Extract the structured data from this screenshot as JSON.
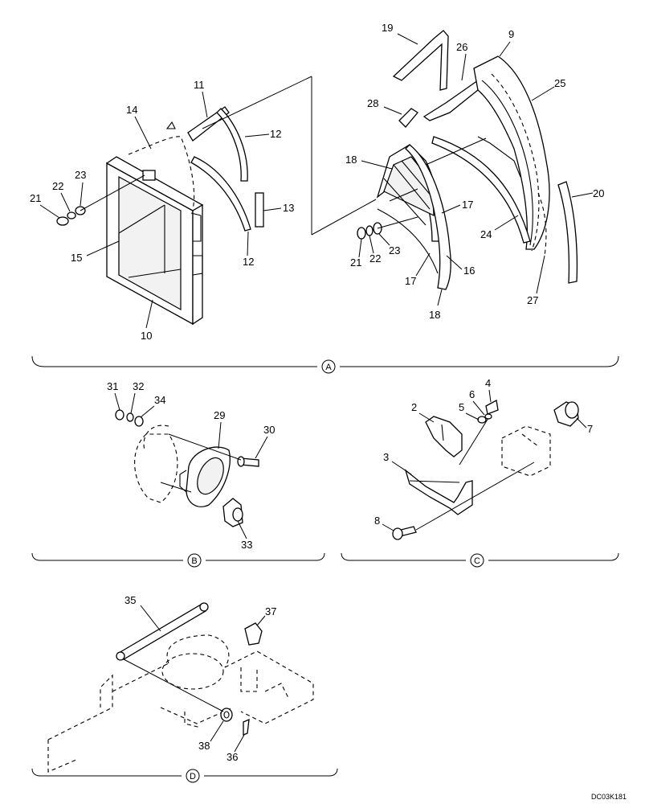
{
  "document": {
    "reference_code": "DC03K181"
  },
  "sections": {
    "A": {
      "label": "A",
      "callouts": [
        "19",
        "26",
        "9",
        "28",
        "25",
        "18",
        "17",
        "21",
        "22",
        "23",
        "16",
        "17",
        "18",
        "24",
        "20",
        "27",
        "14",
        "11",
        "12",
        "23",
        "22",
        "21",
        "15",
        "13",
        "12",
        "10"
      ]
    },
    "B": {
      "label": "B",
      "callouts": [
        "31",
        "32",
        "34",
        "29",
        "30",
        "33"
      ]
    },
    "C": {
      "label": "C",
      "callouts": [
        "4",
        "6",
        "2",
        "5",
        "7",
        "3",
        "8"
      ]
    },
    "D": {
      "label": "D",
      "callouts": [
        "35",
        "37",
        "38",
        "36"
      ]
    }
  }
}
